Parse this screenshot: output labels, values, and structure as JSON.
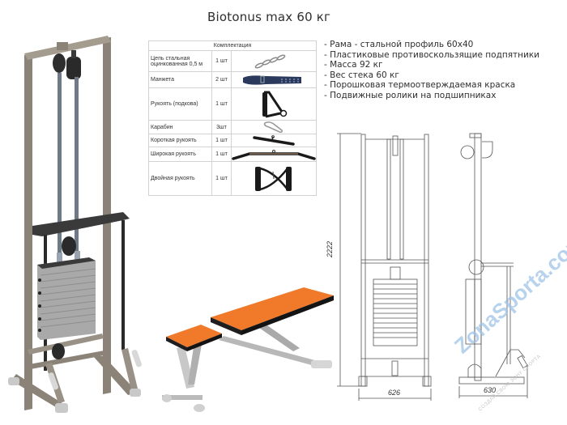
{
  "header": {
    "title": "Biotonus max 60 кг"
  },
  "kit_table": {
    "title": "Комплектация",
    "rows": [
      {
        "name": "Цепь стальная оцинкованная 0,5 м",
        "qty": "1 шт",
        "icon": "chain-icon"
      },
      {
        "name": "Манжета",
        "qty": "2 шт",
        "icon": "ankle-cuff-icon"
      },
      {
        "name": "Рукоять (подкова)",
        "qty": "1 шт",
        "icon": "stirrup-handle-icon"
      },
      {
        "name": "Карабин",
        "qty": "3шт",
        "icon": "carabiner-icon"
      },
      {
        "name": "Короткая рукоять",
        "qty": "1 шт",
        "icon": "short-bar-icon"
      },
      {
        "name": "Широкая рукоять",
        "qty": "1 шт",
        "icon": "wide-bar-icon"
      },
      {
        "name": "Двойная рукоять",
        "qty": "1 шт",
        "icon": "double-handle-icon"
      }
    ]
  },
  "specs": [
    "- Рама - стальной профиль 60х40",
    "- Пластиковые противоскользящие подпятники",
    "- Масса 92 кг",
    "- Вес стека 60 кг",
    "- Порошковая термоотверждаемая краска",
    "- Подвижные ролики на подшипниках"
  ],
  "drawings": {
    "height_dim": "2222",
    "front_width_dim": "626",
    "side_depth_dim": "630"
  },
  "watermark": {
    "brand": "ZonaSporta.com",
    "slogan": "СОЗДАЙ СВОЮ ЗОНУ СПОРТА"
  },
  "colors": {
    "frame": "#8c8378",
    "bench_pad": "#f07a2a",
    "weight_stack": "#a9a9a9",
    "watermark": "#9ec3e8"
  }
}
